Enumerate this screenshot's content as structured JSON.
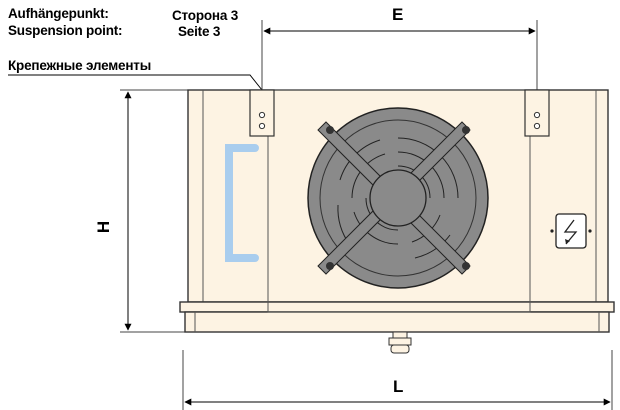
{
  "labels": {
    "line1_left": "Aufhängepunkt:",
    "line1_right": "Сторона 3",
    "line2_left": "Suspension point:",
    "line2_right": "Seite 3",
    "line3": "Крепежные элементы"
  },
  "dimensions": {
    "width_between_mounts": "E",
    "height": "H",
    "length": "L"
  },
  "colors": {
    "housing": "#fdf3e3",
    "outline": "#333333",
    "fan": "#8a8a8a",
    "pipe": "#a9cdee"
  },
  "icons": [
    "electrical-box-icon",
    "fan-icon"
  ]
}
